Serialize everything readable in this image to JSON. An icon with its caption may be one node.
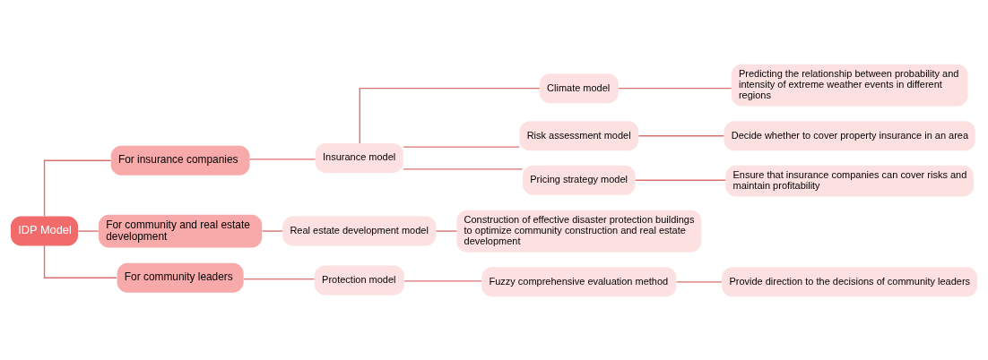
{
  "diagram": {
    "nodes": [
      {
        "text": [
          "IDP Model"
        ]
      },
      {
        "text": [
          "For insurance companies"
        ]
      },
      {
        "text": [
          "Insurance model"
        ]
      },
      {
        "text": [
          "Climate model"
        ]
      },
      {
        "text": [
          "Predicting the relationship between probability and intensity of extreme weather events in different regions"
        ]
      },
      {
        "text": [
          "Risk assessment model"
        ]
      },
      {
        "text": [
          "Decide whether to cover property insurance in an area"
        ]
      },
      {
        "text": [
          "Pricing strategy model"
        ]
      },
      {
        "text": [
          "Ensure that insurance companies can cover risks and maintain profitability"
        ]
      },
      {
        "text": [
          "For community and real estate development"
        ]
      },
      {
        "text": [
          "Real estate development model"
        ]
      },
      {
        "text": [
          "Construction of effective disaster protection buildings to optimize community construction and real estate development"
        ]
      },
      {
        "text": [
          "For community leaders"
        ]
      },
      {
        "text": [
          "Protection model"
        ]
      },
      {
        "text": [
          "Fuzzy comprehensive evaluation method"
        ]
      },
      {
        "text": [
          "Provide direction to the decisions of community leaders"
        ]
      }
    ],
    "edges": [
      {
        "from": 0,
        "to": 1,
        "arrow": "none"
      },
      {
        "from": 1,
        "to": 2,
        "arrow": "none"
      },
      {
        "from": 2,
        "to": 3,
        "arrow": "none"
      },
      {
        "from": 3,
        "to": 4,
        "arrow": "none"
      },
      {
        "from": 2,
        "to": 5,
        "arrow": "none"
      },
      {
        "from": 5,
        "to": 6,
        "arrow": "none"
      },
      {
        "from": 2,
        "to": 7,
        "arrow": "none"
      },
      {
        "from": 7,
        "to": 8,
        "arrow": "none"
      },
      {
        "from": 0,
        "to": 9,
        "arrow": "none"
      },
      {
        "from": 9,
        "to": 10,
        "arrow": "none"
      },
      {
        "from": 10,
        "to": 11,
        "arrow": "none"
      },
      {
        "from": 0,
        "to": 12,
        "arrow": "none"
      },
      {
        "from": 12,
        "to": 13,
        "arrow": "none"
      },
      {
        "from": 13,
        "to": 14,
        "arrow": "none"
      },
      {
        "from": 14,
        "to": 15,
        "arrow": "none"
      }
    ]
  }
}
